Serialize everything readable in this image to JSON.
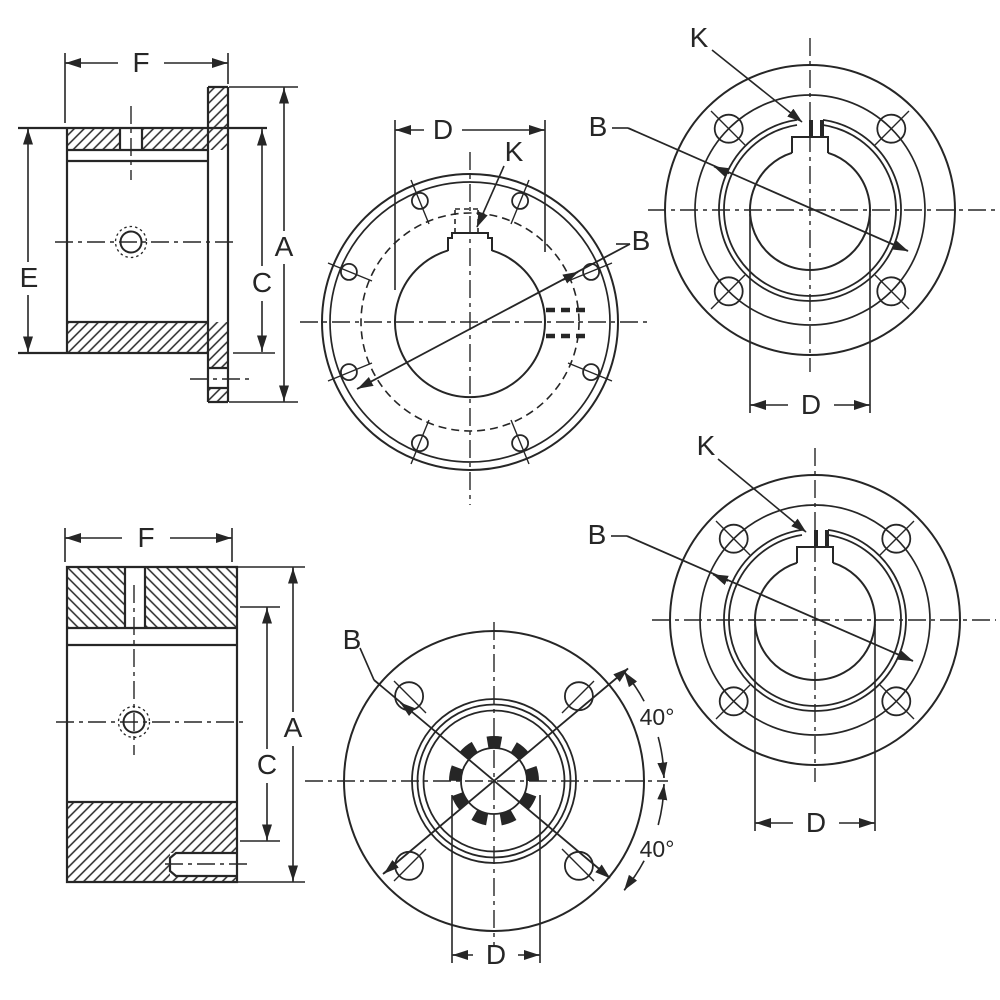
{
  "colors": {
    "line": "#262626",
    "background": "#ffffff"
  },
  "views": {
    "top_left_section": {
      "description": "flanged bushing side cross-section",
      "labels": {
        "f": "F",
        "e": "E",
        "c": "C",
        "a": "A"
      }
    },
    "top_middle_front": {
      "description": "flanged bushing front view, 8 holes, keyed bore",
      "labels": {
        "d": "D",
        "k": "K",
        "b": "B"
      }
    },
    "top_right_front": {
      "description": "hub front view, 4 holes, keyed bore",
      "labels": {
        "k": "K",
        "b": "B",
        "d": "D"
      }
    },
    "bottom_left_section": {
      "description": "plain bushing side cross-section",
      "labels": {
        "f": "F",
        "a": "A",
        "c": "C"
      }
    },
    "bottom_middle_front": {
      "description": "splined hub front view, 4 holes",
      "labels": {
        "b": "B",
        "angle_upper": "40°",
        "angle_lower": "40°",
        "d": "D"
      }
    },
    "bottom_right_front": {
      "description": "hub front view, 4 holes, keyed bore",
      "labels": {
        "k": "K",
        "b": "B",
        "d": "D"
      }
    }
  }
}
